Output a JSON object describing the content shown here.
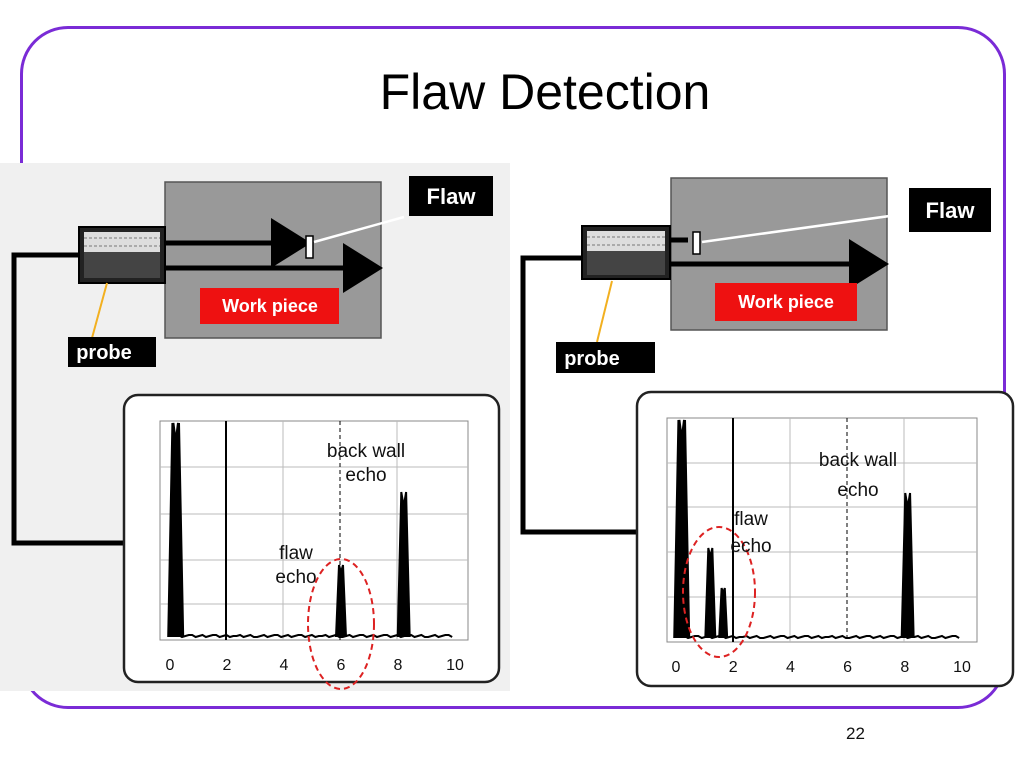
{
  "slide": {
    "title": "Flaw Detection",
    "slide_number": "22"
  },
  "panels": [
    {
      "flaw_label": "Flaw",
      "work_piece_label": "Work piece",
      "probe_label": "probe",
      "back_wall_label_line1": "back wall",
      "back_wall_label_line2": "echo",
      "flaw_echo_label_line1": "flaw",
      "flaw_echo_label_line2": "echo",
      "x_ticks": [
        "0",
        "2",
        "4",
        "6",
        "8",
        "10"
      ],
      "flaw_echo_position": 6,
      "back_wall_echo_position": 8.2
    },
    {
      "flaw_label": "Flaw",
      "work_piece_label": "Work piece",
      "probe_label": "probe",
      "back_wall_label_line1": "back wall",
      "back_wall_label_line2": "echo",
      "flaw_echo_label_line1": "flaw",
      "flaw_echo_label_line2": "echo",
      "x_ticks": [
        "0",
        "2",
        "4",
        "6",
        "8",
        "10"
      ],
      "flaw_echo_position": 1.2,
      "back_wall_echo_position": 8.1
    }
  ],
  "colors": {
    "frame": "#7a2bd6",
    "work_piece": "#999999",
    "label_red": "#ee1111",
    "highlight_circle": "#dd2222",
    "probe_arrow": "#f2b020"
  }
}
